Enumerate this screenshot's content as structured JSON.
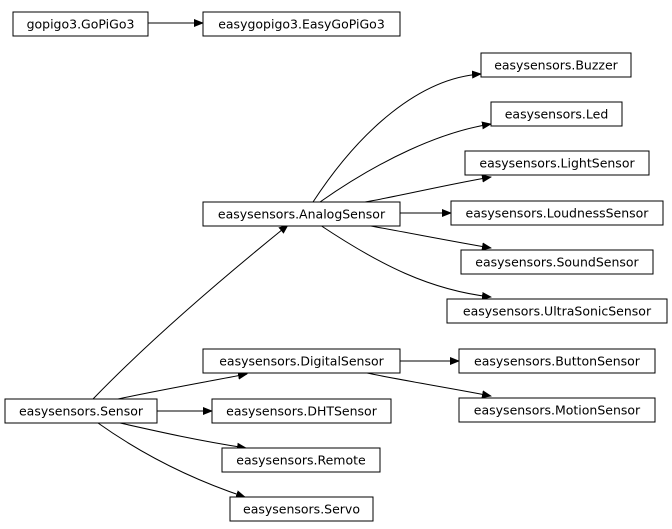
{
  "nodes": {
    "gopigo3": "gopigo3.GoPiGo3",
    "easygopigo3": "easygopigo3.EasyGoPiGo3",
    "buzzer": "easysensors.Buzzer",
    "led": "easysensors.Led",
    "light_sensor": "easysensors.LightSensor",
    "analog_sensor": "easysensors.AnalogSensor",
    "loudness_sensor": "easysensors.LoudnessSensor",
    "sound_sensor": "easysensors.SoundSensor",
    "ultrasonic_sensor": "easysensors.UltraSonicSensor",
    "digital_sensor": "easysensors.DigitalSensor",
    "button_sensor": "easysensors.ButtonSensor",
    "sensor": "easysensors.Sensor",
    "dht_sensor": "easysensors.DHTSensor",
    "motion_sensor": "easysensors.MotionSensor",
    "remote": "easysensors.Remote",
    "servo": "easysensors.Servo"
  },
  "edges": [
    {
      "from": "gopigo3",
      "to": "easygopigo3"
    },
    {
      "from": "analog_sensor",
      "to": "buzzer"
    },
    {
      "from": "analog_sensor",
      "to": "led"
    },
    {
      "from": "analog_sensor",
      "to": "light_sensor"
    },
    {
      "from": "analog_sensor",
      "to": "loudness_sensor"
    },
    {
      "from": "analog_sensor",
      "to": "sound_sensor"
    },
    {
      "from": "analog_sensor",
      "to": "ultrasonic_sensor"
    },
    {
      "from": "digital_sensor",
      "to": "button_sensor"
    },
    {
      "from": "digital_sensor",
      "to": "motion_sensor"
    },
    {
      "from": "sensor",
      "to": "analog_sensor"
    },
    {
      "from": "sensor",
      "to": "digital_sensor"
    },
    {
      "from": "sensor",
      "to": "dht_sensor"
    },
    {
      "from": "sensor",
      "to": "remote"
    },
    {
      "from": "sensor",
      "to": "servo"
    }
  ]
}
